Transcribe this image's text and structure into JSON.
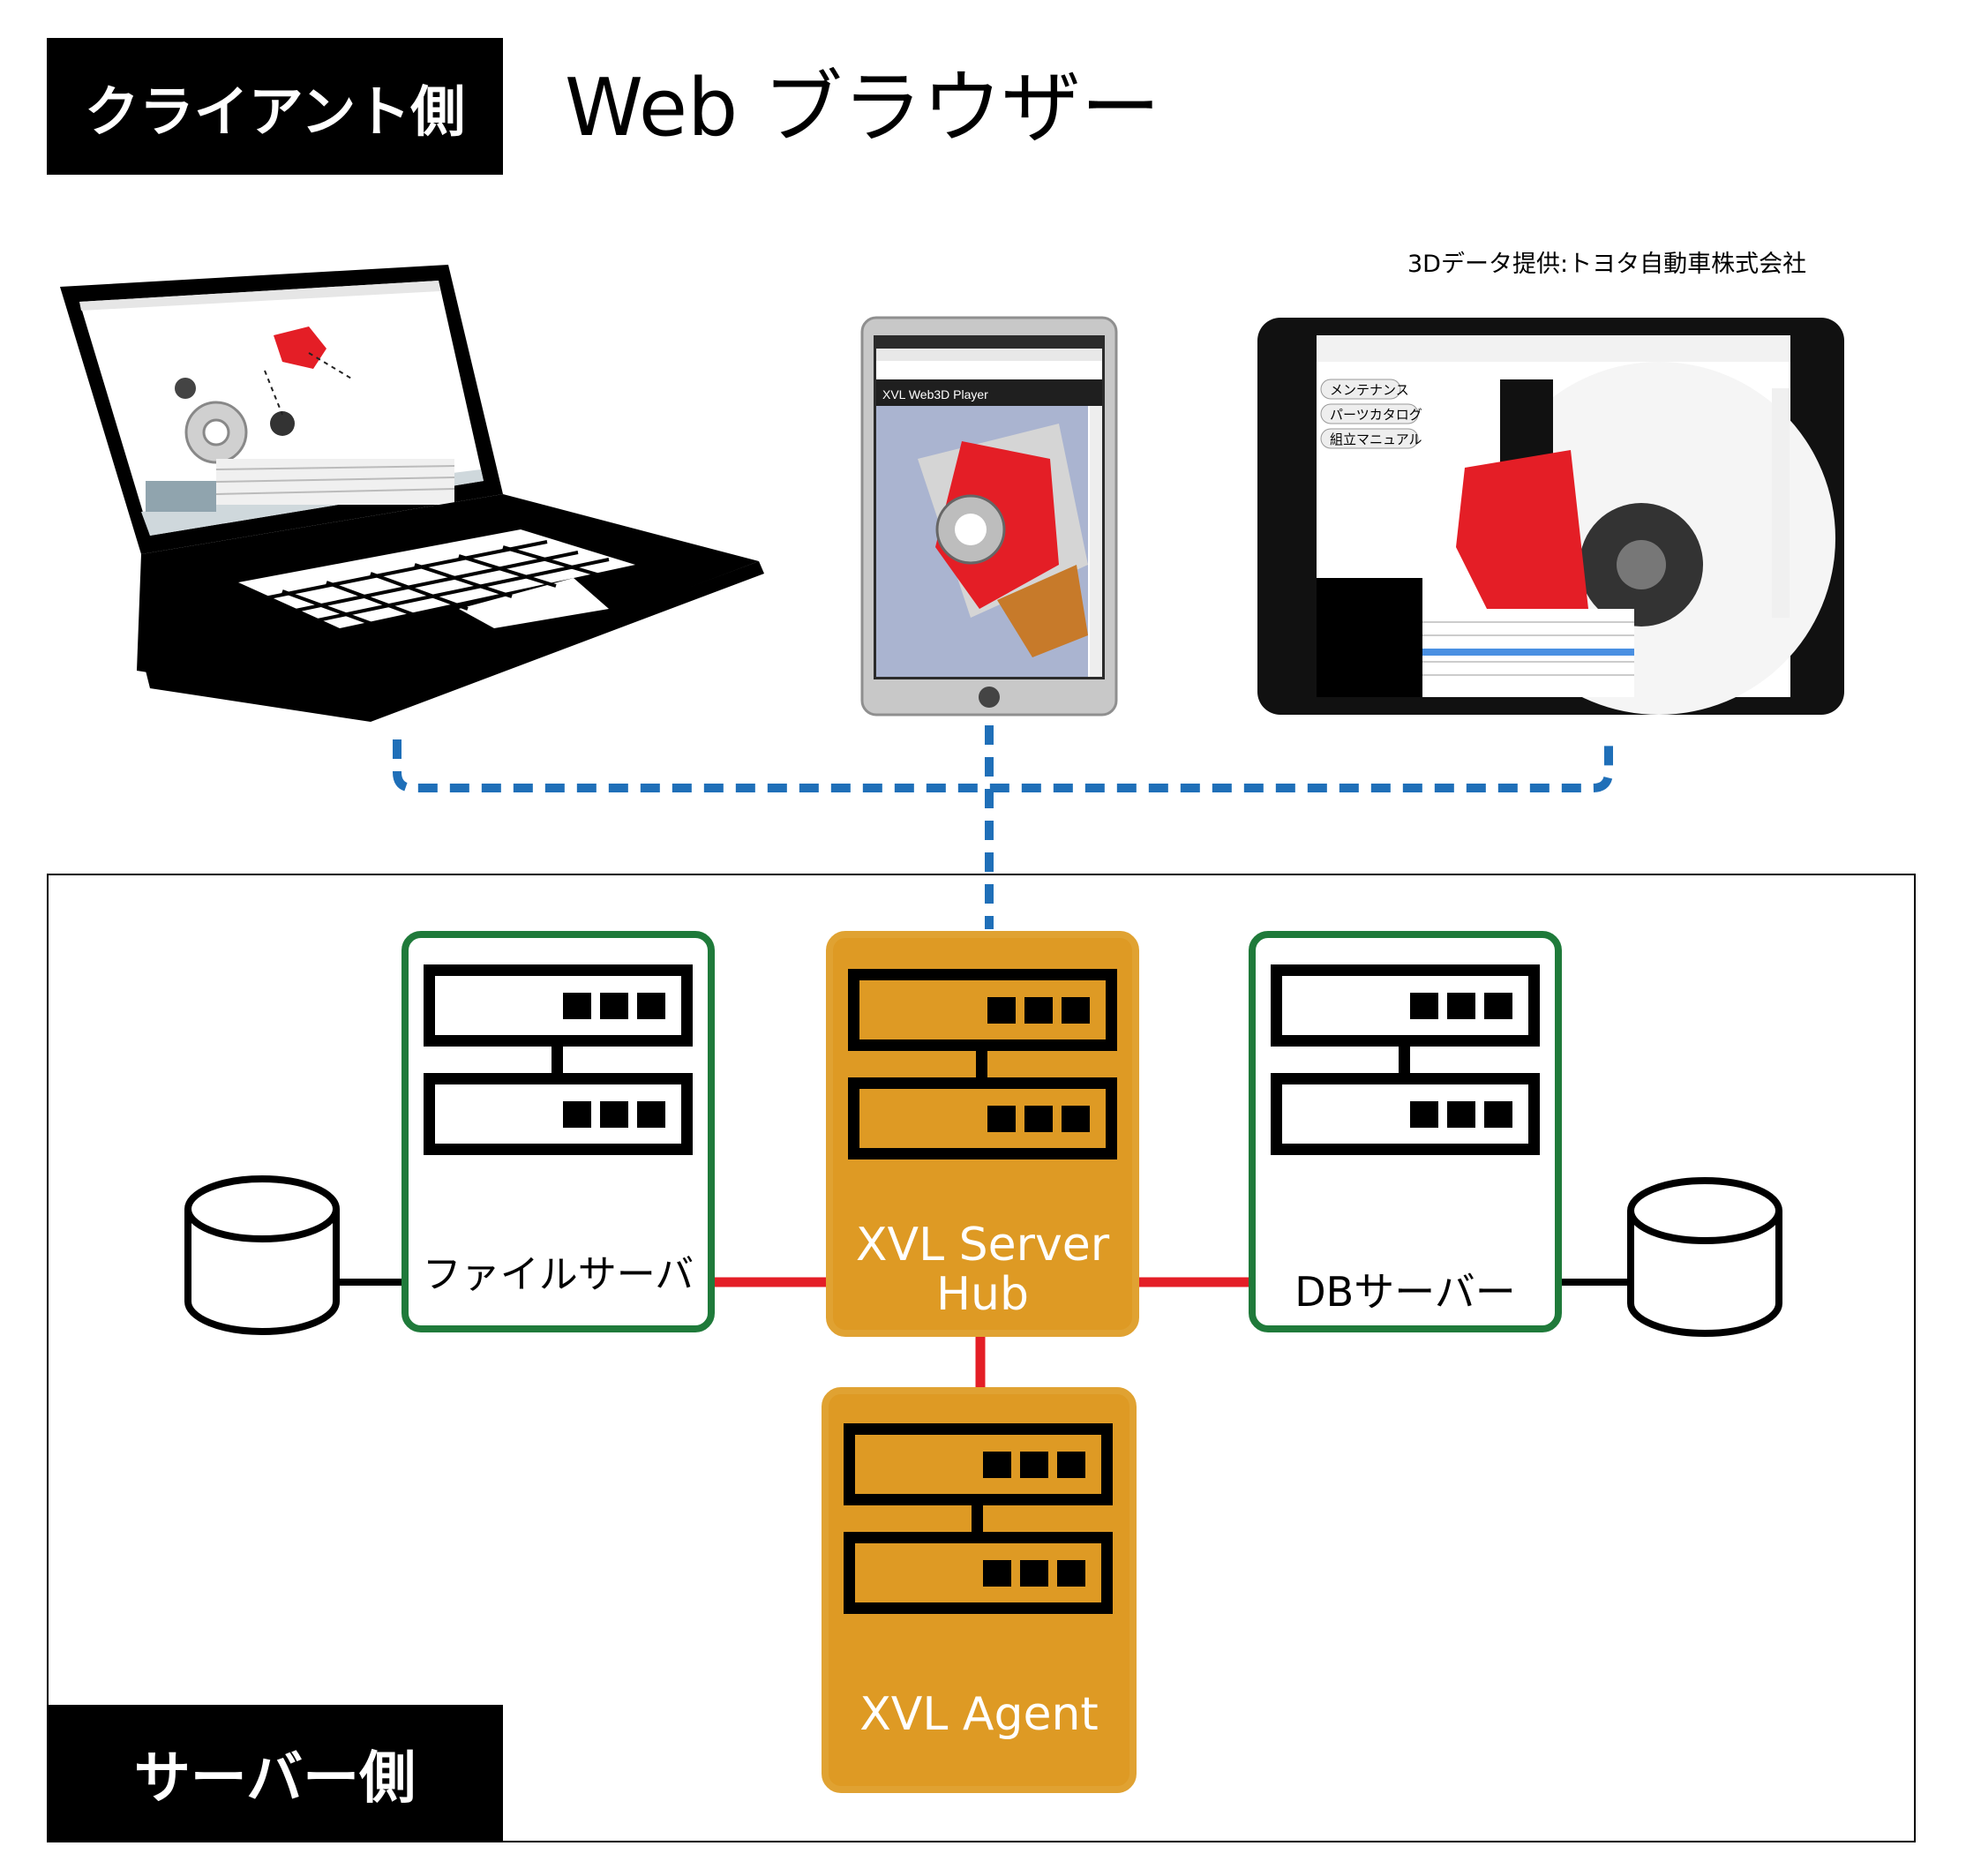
{
  "header": {
    "client_side_label": "クライアント側",
    "browser_title": "Web ブラウザー",
    "credit": "3Dデータ提供:トヨタ自動車株式会社"
  },
  "devices": {
    "tablet_app_title": "XVL Web3D Player",
    "ipad_buttons": [
      "メンテナンス",
      "パーツカタログ",
      "組立マニュアル"
    ]
  },
  "server_side_label": "サーバー側",
  "servers": {
    "file_server": "ファイルサーバ",
    "hub_line1": "XVL Server",
    "hub_line2": "Hub",
    "db_server": "DBサーバー",
    "agent": "XVL Agent"
  },
  "colors": {
    "client_link": "#1f6fb8",
    "server_link": "#e41e26",
    "storage_link": "#000000",
    "server_green": "#1f7a3a",
    "server_orange": "#de9a24"
  },
  "icons": [
    "laptop-icon",
    "tablet-icon",
    "ipad-icon",
    "server-rack-icon",
    "database-cylinder-icon"
  ]
}
